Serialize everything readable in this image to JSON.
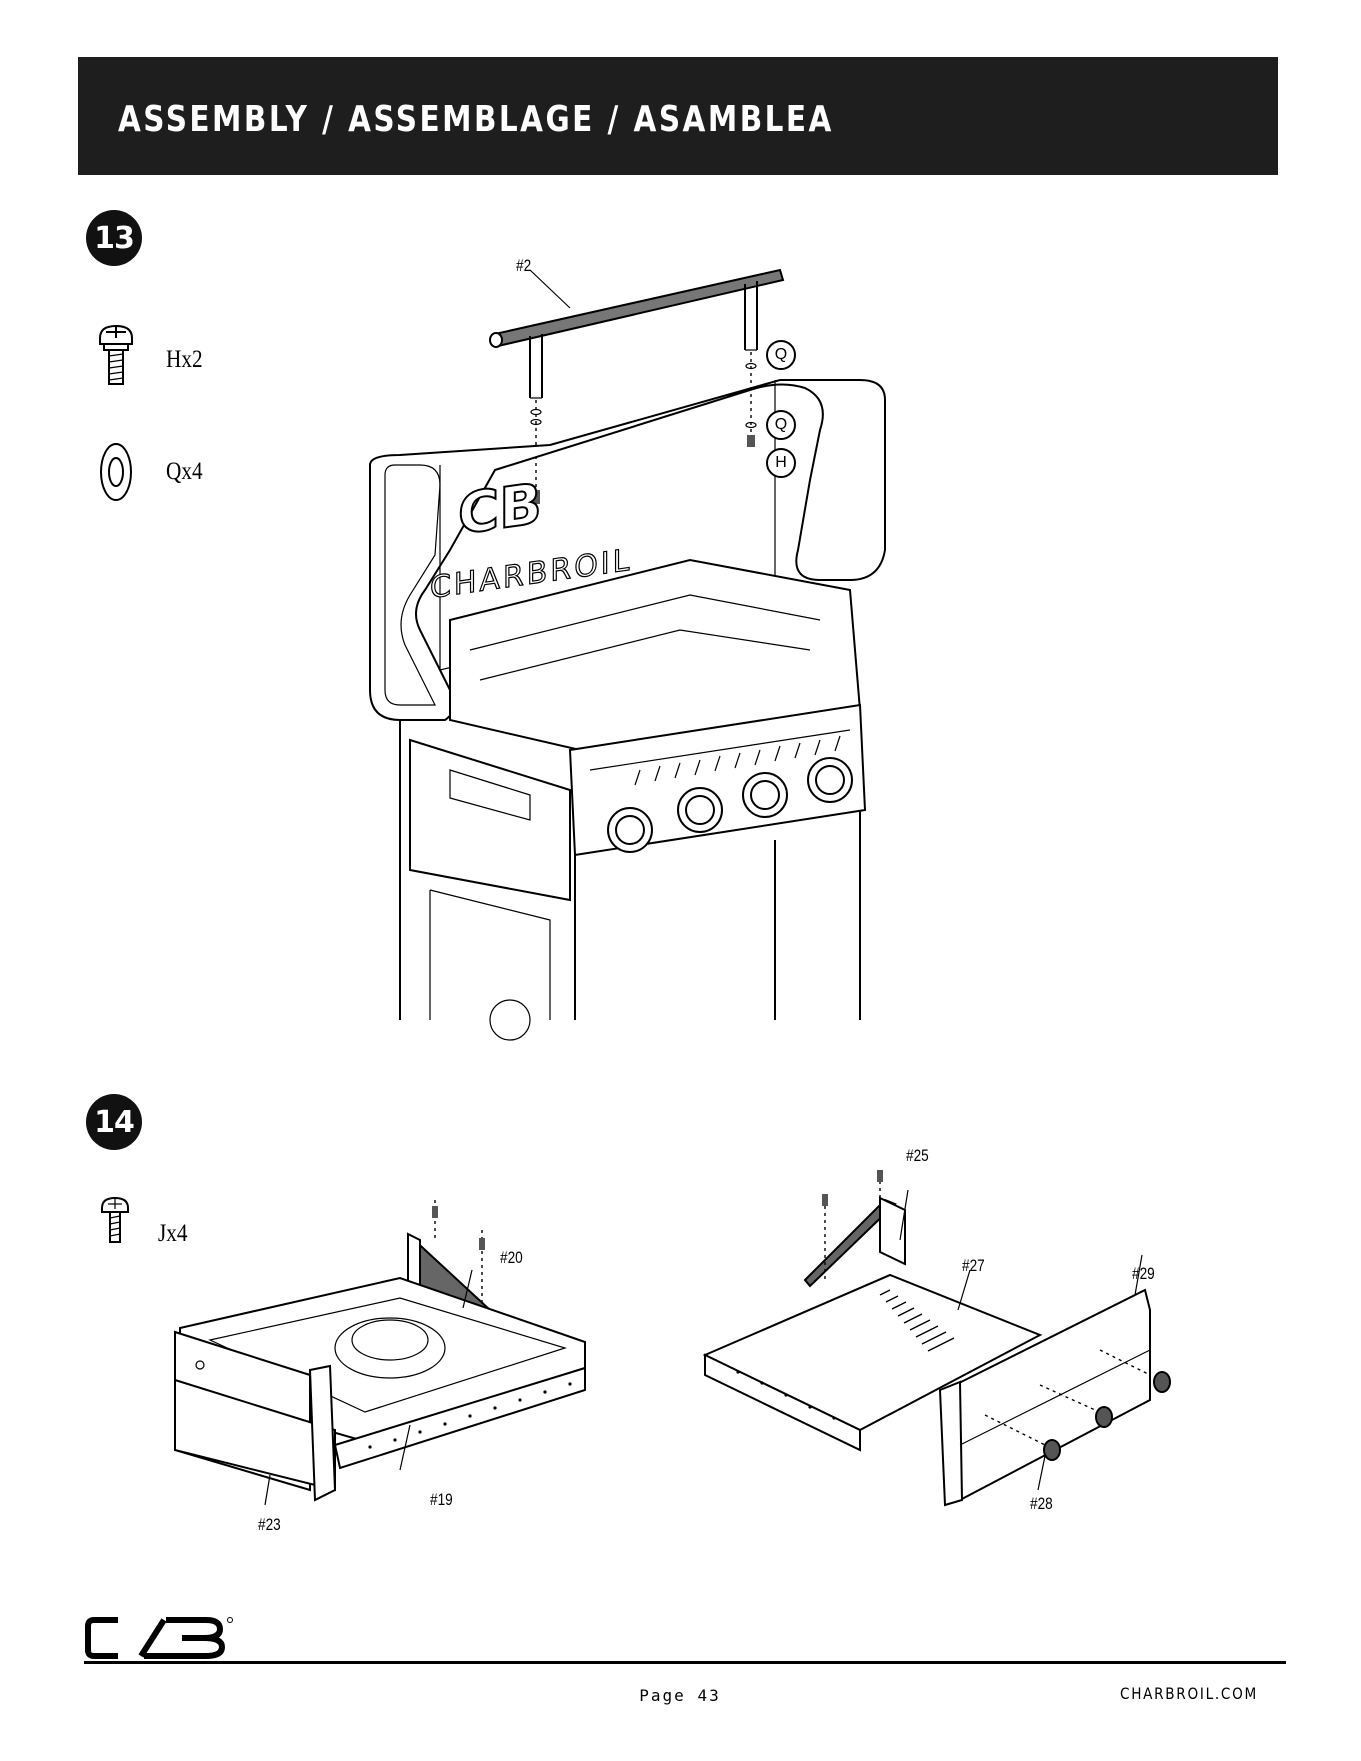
{
  "header": {
    "title": "ASSEMBLY / ASSEMBLAGE / ASAMBLEA"
  },
  "steps": [
    {
      "number": "13",
      "parts": [
        {
          "icon": "bolt-icon",
          "label": "Hx2"
        },
        {
          "icon": "washer-icon",
          "label": "Qx4"
        }
      ],
      "callouts": {
        "handle": "#2",
        "q_top": "Q",
        "q_mid": "Q",
        "h": "H"
      },
      "lid_brand": "CHARBROIL"
    },
    {
      "number": "14",
      "parts": [
        {
          "icon": "screw-icon",
          "label": "Jx4"
        }
      ],
      "left_callouts": {
        "c20": "#20",
        "c19": "#19",
        "c23": "#23"
      },
      "right_callouts": {
        "c25": "#25",
        "c27": "#27",
        "c29": "#29",
        "c28": "#28"
      }
    }
  ],
  "footer": {
    "page": "Page 43",
    "site": "CHARBROIL.COM"
  }
}
